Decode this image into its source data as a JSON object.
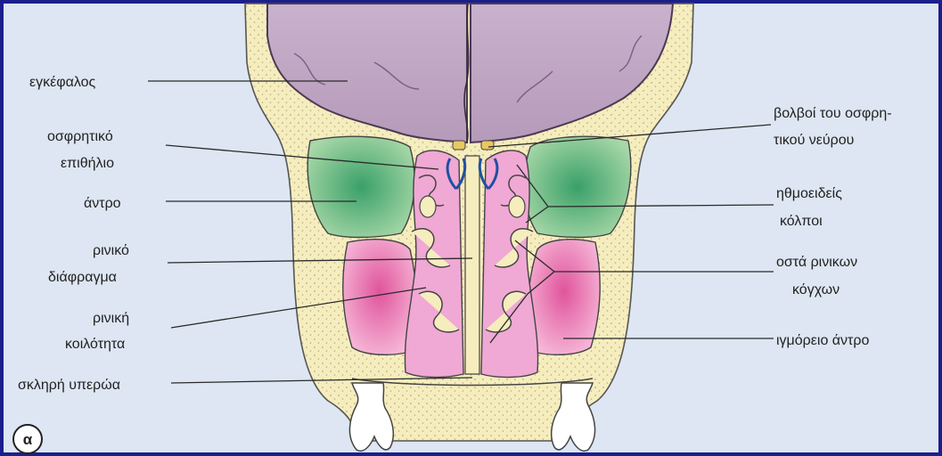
{
  "labels": {
    "brain": "εγκέφαλος",
    "olfactory_epithelium_1": "οσφρητικό",
    "olfactory_epithelium_2": "επιθήλιο",
    "antrum": "άντρο",
    "septum_1": "ρινικό",
    "septum_2": "διάφραγμα",
    "nasal_cavity_1": "ρινική",
    "nasal_cavity_2": "κοιλότητα",
    "hard_palate": "σκληρή υπερώα",
    "olfactory_bulbs_1": "βολβοί του οσφρη-",
    "olfactory_bulbs_2": "τικού νεύρου",
    "ethmoid_sinuses_1": "ηθμοειδείς",
    "ethmoid_sinuses_2": "κόλποι",
    "conchae_1": "οστά ρινικων",
    "conchae_2": "κόγχων",
    "maxillary_sinus": "ιγμόρειο άντρο",
    "figure_letter": "α"
  },
  "colors": {
    "frame": "#1a1f8c",
    "background": "#dde6f2",
    "bone": "#f6edbe",
    "brain": "#c9b2cd",
    "sinus_green": "#3aa068",
    "sinus_pink": "#e0549c",
    "olfactory_blue": "#2050a0"
  }
}
